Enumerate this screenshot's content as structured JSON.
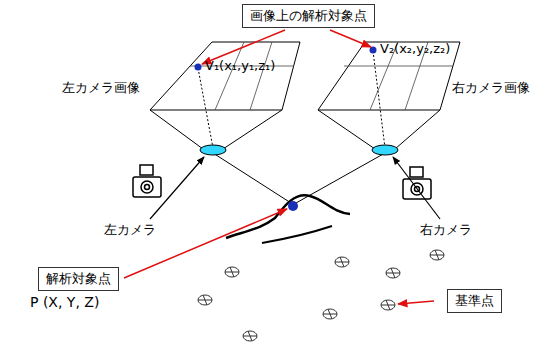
{
  "diagram": {
    "nodes": [
      {
        "text": [
          "画像上の解析対象点"
        ]
      },
      {
        "text": [
          "解析対象点"
        ]
      },
      {
        "text": [
          "基準点"
        ]
      }
    ],
    "labels": [
      "V₁(x₁,y₁,z₁)",
      "V₂(x₂,y₂,z₂)",
      "左カメラ画像",
      "右カメラ画像",
      "左カメラ",
      "右カメラ",
      "P (X, Y, Z)"
    ]
  }
}
